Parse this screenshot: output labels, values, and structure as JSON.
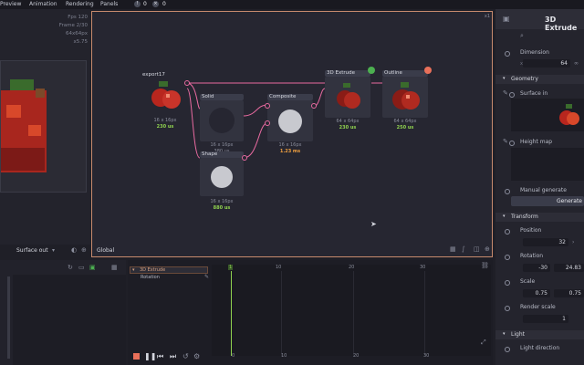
{
  "menubar": {
    "items": [
      "Preview",
      "Animation",
      "Rendering",
      "Panels"
    ],
    "counts": {
      "notifications": "0",
      "errors": "0"
    }
  },
  "preview": {
    "stats": [
      "Fps 120",
      "Frame 2/30",
      "64x64px",
      "x5.75"
    ],
    "surface_label": "Surface out"
  },
  "graph": {
    "label": "Global",
    "corner": "x1",
    "nodes": {
      "export": {
        "title": "export17",
        "size": "16 x 16px",
        "time": "230 us"
      },
      "solid": {
        "title": "Solid",
        "size": "16 x 16px",
        "time": "380 us"
      },
      "composite": {
        "title": "Composite",
        "size": "16 x 16px",
        "time": "1.23 ms"
      },
      "extrude": {
        "title": "3D Extrude",
        "size": "64 x 64px",
        "time": "230 us"
      },
      "outline": {
        "title": "Outline",
        "size": "64 x 64px",
        "time": "250 us"
      },
      "shape": {
        "title": "Shape",
        "size": "16 x 16px",
        "time": "880 us"
      }
    }
  },
  "inspector": {
    "title": "3D Extrude",
    "dimension": {
      "label": "Dimension",
      "x": "64"
    },
    "geometry": {
      "section": "Geometry",
      "surface_in": "Surface in",
      "height_map": "Height map",
      "manual_generate": "Manual generate",
      "generate_button": "Generate"
    },
    "transform": {
      "section": "Transform",
      "position": {
        "label": "Position",
        "x": "32"
      },
      "rotation": {
        "label": "Rotation",
        "x": "-30",
        "y": "24.83"
      },
      "scale": {
        "label": "Scale",
        "x": "0.75",
        "y": "0.75"
      },
      "render_scale": {
        "label": "Render scale",
        "x": "1"
      }
    },
    "light": {
      "section": "Light",
      "direction": "Light direction"
    }
  },
  "timeline": {
    "tracks": [
      {
        "label": "3D Extrude"
      },
      {
        "label": "Rotation"
      }
    ],
    "ticks": [
      "1",
      "10",
      "20",
      "30"
    ],
    "bottom_ticks": [
      "0",
      "10",
      "20",
      "30"
    ]
  },
  "colors": {
    "accent": "#c78a6d",
    "link": "#e86aa0",
    "time_green": "#8fd14f",
    "time_orange": "#f0a040"
  }
}
